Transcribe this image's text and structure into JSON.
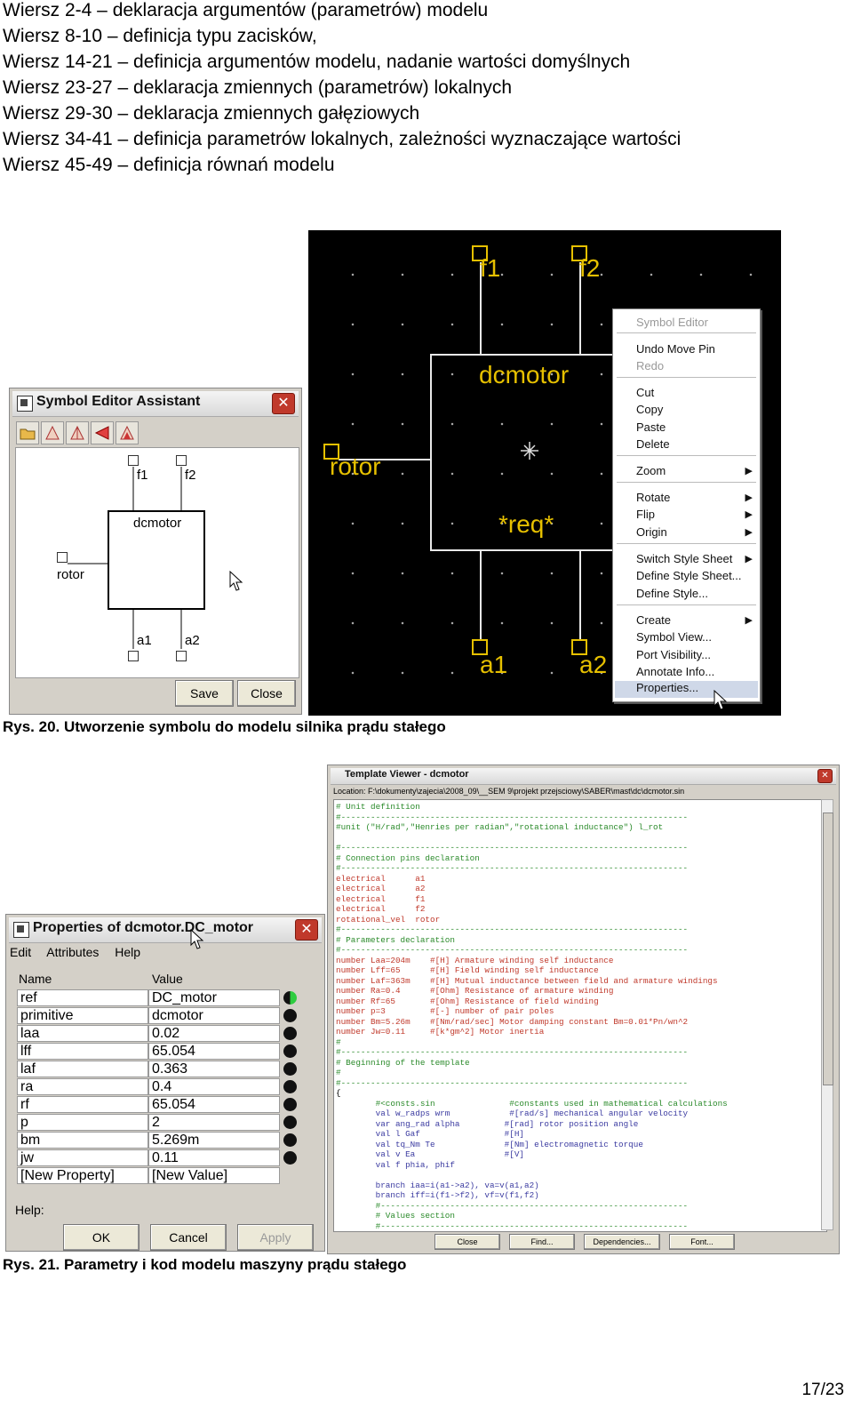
{
  "intro_lines": [
    "Wiersz 2-4 – deklaracja argumentów (parametrów) modelu",
    "Wiersz 8-10 – definicja typu zacisków,",
    "Wiersz 14-21 – definicja argumentów modelu, nadanie wartości domyślnych",
    "Wiersz 23-27 – deklaracja zmiennych (parametrów) lokalnych",
    "Wiersz 29-30 – deklaracja zmiennych gałęziowych",
    "Wiersz 34-41 – definicja parametrów lokalnych, zależności wyznaczające wartości",
    "Wiersz 45-49 – definicja równań modelu"
  ],
  "symbol_editor_assistant": {
    "title": "Symbol Editor Assistant",
    "close_glyph": "✕",
    "symbol_name": "dcmotor",
    "pins": [
      "f1",
      "f2",
      "rotor",
      "a1",
      "a2"
    ],
    "save_label": "Save",
    "close_label": "Close"
  },
  "schematic": {
    "block_name": "dcmotor",
    "req_label": "*req*",
    "pins": [
      "f1",
      "f2",
      "rotor",
      "a1",
      "a2"
    ]
  },
  "context_menu": {
    "header": "Symbol Editor",
    "items": [
      "Undo Move Pin",
      "Redo",
      "Cut",
      "Copy",
      "Paste",
      "Delete",
      "Zoom",
      "Rotate",
      "Flip",
      "Origin",
      "Switch Style Sheet",
      "Define Style Sheet...",
      "Define Style...",
      "Create",
      "Symbol View...",
      "Port Visibility...",
      "Annotate Info...",
      "Properties..."
    ]
  },
  "caption_20": "Rys. 20. Utworzenie symbolu do modelu silnika prądu stałego",
  "properties_dialog": {
    "title": "Properties of dcmotor.DC_motor",
    "menu": [
      "Edit",
      "Attributes",
      "Help"
    ],
    "col_name": "Name",
    "col_value": "Value",
    "rows": [
      {
        "name": "ref",
        "value": "DC_motor"
      },
      {
        "name": "primitive",
        "value": "dcmotor"
      },
      {
        "name": "laa",
        "value": "0.02"
      },
      {
        "name": "lff",
        "value": "65.054"
      },
      {
        "name": "laf",
        "value": "0.363"
      },
      {
        "name": "ra",
        "value": "0.4"
      },
      {
        "name": "rf",
        "value": "65.054"
      },
      {
        "name": "p",
        "value": "2"
      },
      {
        "name": "bm",
        "value": "5.269m"
      },
      {
        "name": "jw",
        "value": "0.11"
      },
      {
        "name": "[New Property]",
        "value": "[New Value]"
      }
    ],
    "help_label": "Help:",
    "ok_label": "OK",
    "cancel_label": "Cancel",
    "apply_label": "Apply"
  },
  "template_viewer": {
    "title": "Template Viewer - dcmotor",
    "location": "Location: F:\\dokumenty\\zajecia\\2008_09\\__SEM 9\\projekt przejsciowy\\SABER\\mast\\dc\\dcmotor.sin",
    "code_lines": [
      "# Unit definition",
      "#----------------------------------------------------------------------",
      "#unit (\"H/rad\",\"Henries per radian\",\"rotational inductance\") l_rot",
      "",
      "#----------------------------------------------------------------------",
      "# Connection pins declaration",
      "#----------------------------------------------------------------------",
      "electrical      a1",
      "electrical      a2",
      "electrical      f1",
      "electrical      f2",
      "rotational_vel  rotor",
      "#----------------------------------------------------------------------",
      "# Parameters declaration",
      "#----------------------------------------------------------------------",
      "number Laa=204m    #[H] Armature winding self inductance",
      "number Lff=65      #[H] Field winding self inductance",
      "number Laf=363m    #[H] Mutual inductance between field and armature windings",
      "number Ra=0.4      #[Ohm] Resistance of armature winding",
      "number Rf=65       #[Ohm] Resistance of field winding",
      "number p=3         #[-] number of pair poles",
      "number Bm=5.26m    #[Nm/rad/sec] Motor damping constant Bm=0.01*Pn/wn^2",
      "number Jw=0.11     #[k*gm^2] Motor inertia",
      "#",
      "#----------------------------------------------------------------------",
      "# Beginning of the template",
      "#",
      "#----------------------------------------------------------------------",
      "{",
      "        #<consts.sin               #constants used in mathematical calculations",
      "        val w_radps wrm            #[rad/s] mechanical angular velocity",
      "        var ang_rad alpha         #[rad] rotor position angle",
      "        val l Gaf                 #[H]",
      "        val tq_Nm Te              #[Nm] electromagnetic torque",
      "        val v Ea                  #[V]",
      "        val f phia, phif",
      "",
      "        branch iaa=i(a1->a2), va=v(a1,a2)",
      "        branch iff=i(f1->f2), vf=v(f1,f2)",
      "        #--------------------------------------------------------------",
      "        # Values section",
      "        #--------------------------------------------------------------"
    ],
    "close_label": "Close",
    "find_label": "Find...",
    "dependencies_label": "Dependencies...",
    "font_label": "Font..."
  },
  "caption_21": "Rys. 21. Parametry i kod modelu maszyny prądu stałego",
  "page_number": "17/23",
  "colors": {
    "pin_yellow": "#e6c000",
    "comment_green": "#2a8a2a",
    "keyword_red": "#c0392b"
  }
}
